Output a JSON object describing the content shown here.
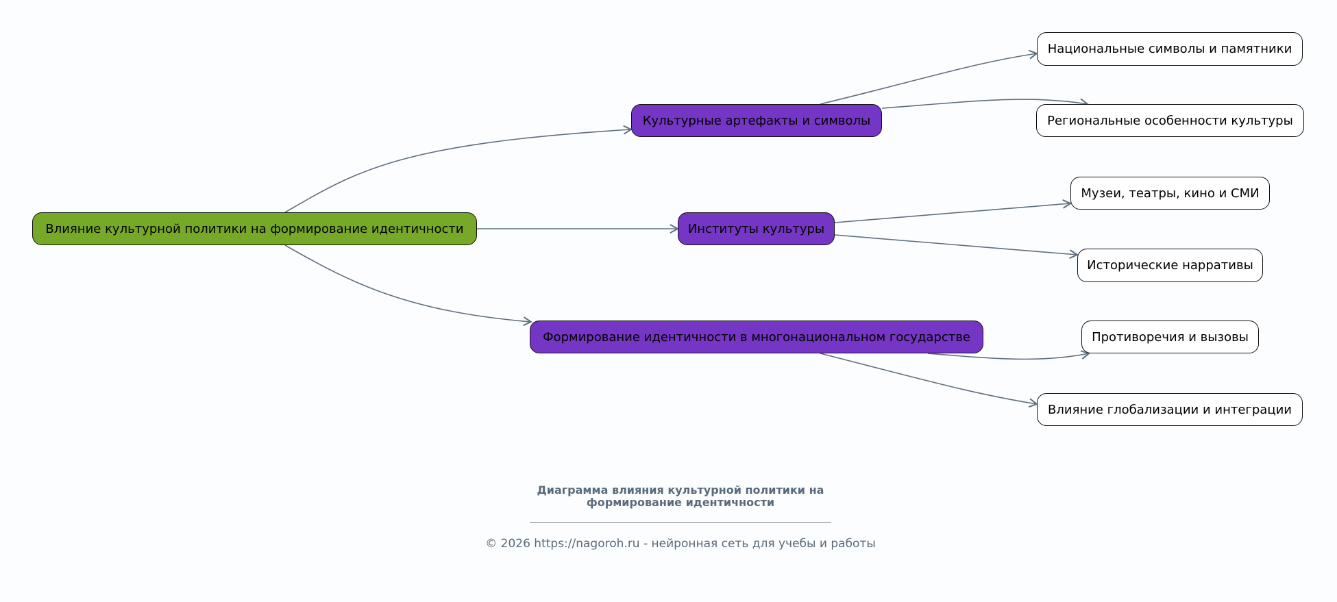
{
  "colors": {
    "root": "#77a928",
    "branch": "#7535c5",
    "leaf": "#ffffff",
    "edge": "#5f6f7f"
  },
  "diagram": {
    "root": "Влияние культурной политики на формирование идентичности",
    "branches": [
      {
        "label": "Культурные артефакты и символы",
        "children": [
          "Национальные символы и памятники",
          "Региональные особенности культуры"
        ]
      },
      {
        "label": "Институты культуры",
        "children": [
          "Музеи, театры, кино и СМИ",
          "Исторические нарративы"
        ]
      },
      {
        "label": "Формирование идентичности в многонациональном государстве",
        "children": [
          "Противоречия и вызовы",
          "Влияние глобализации и интеграции"
        ]
      }
    ]
  },
  "caption": {
    "title_line1": "Диаграмма влияния культурной политики на",
    "title_line2": "формирование идентичности",
    "footer": "© 2026 https://nagoroh.ru - нейронная сеть для учебы и работы"
  }
}
